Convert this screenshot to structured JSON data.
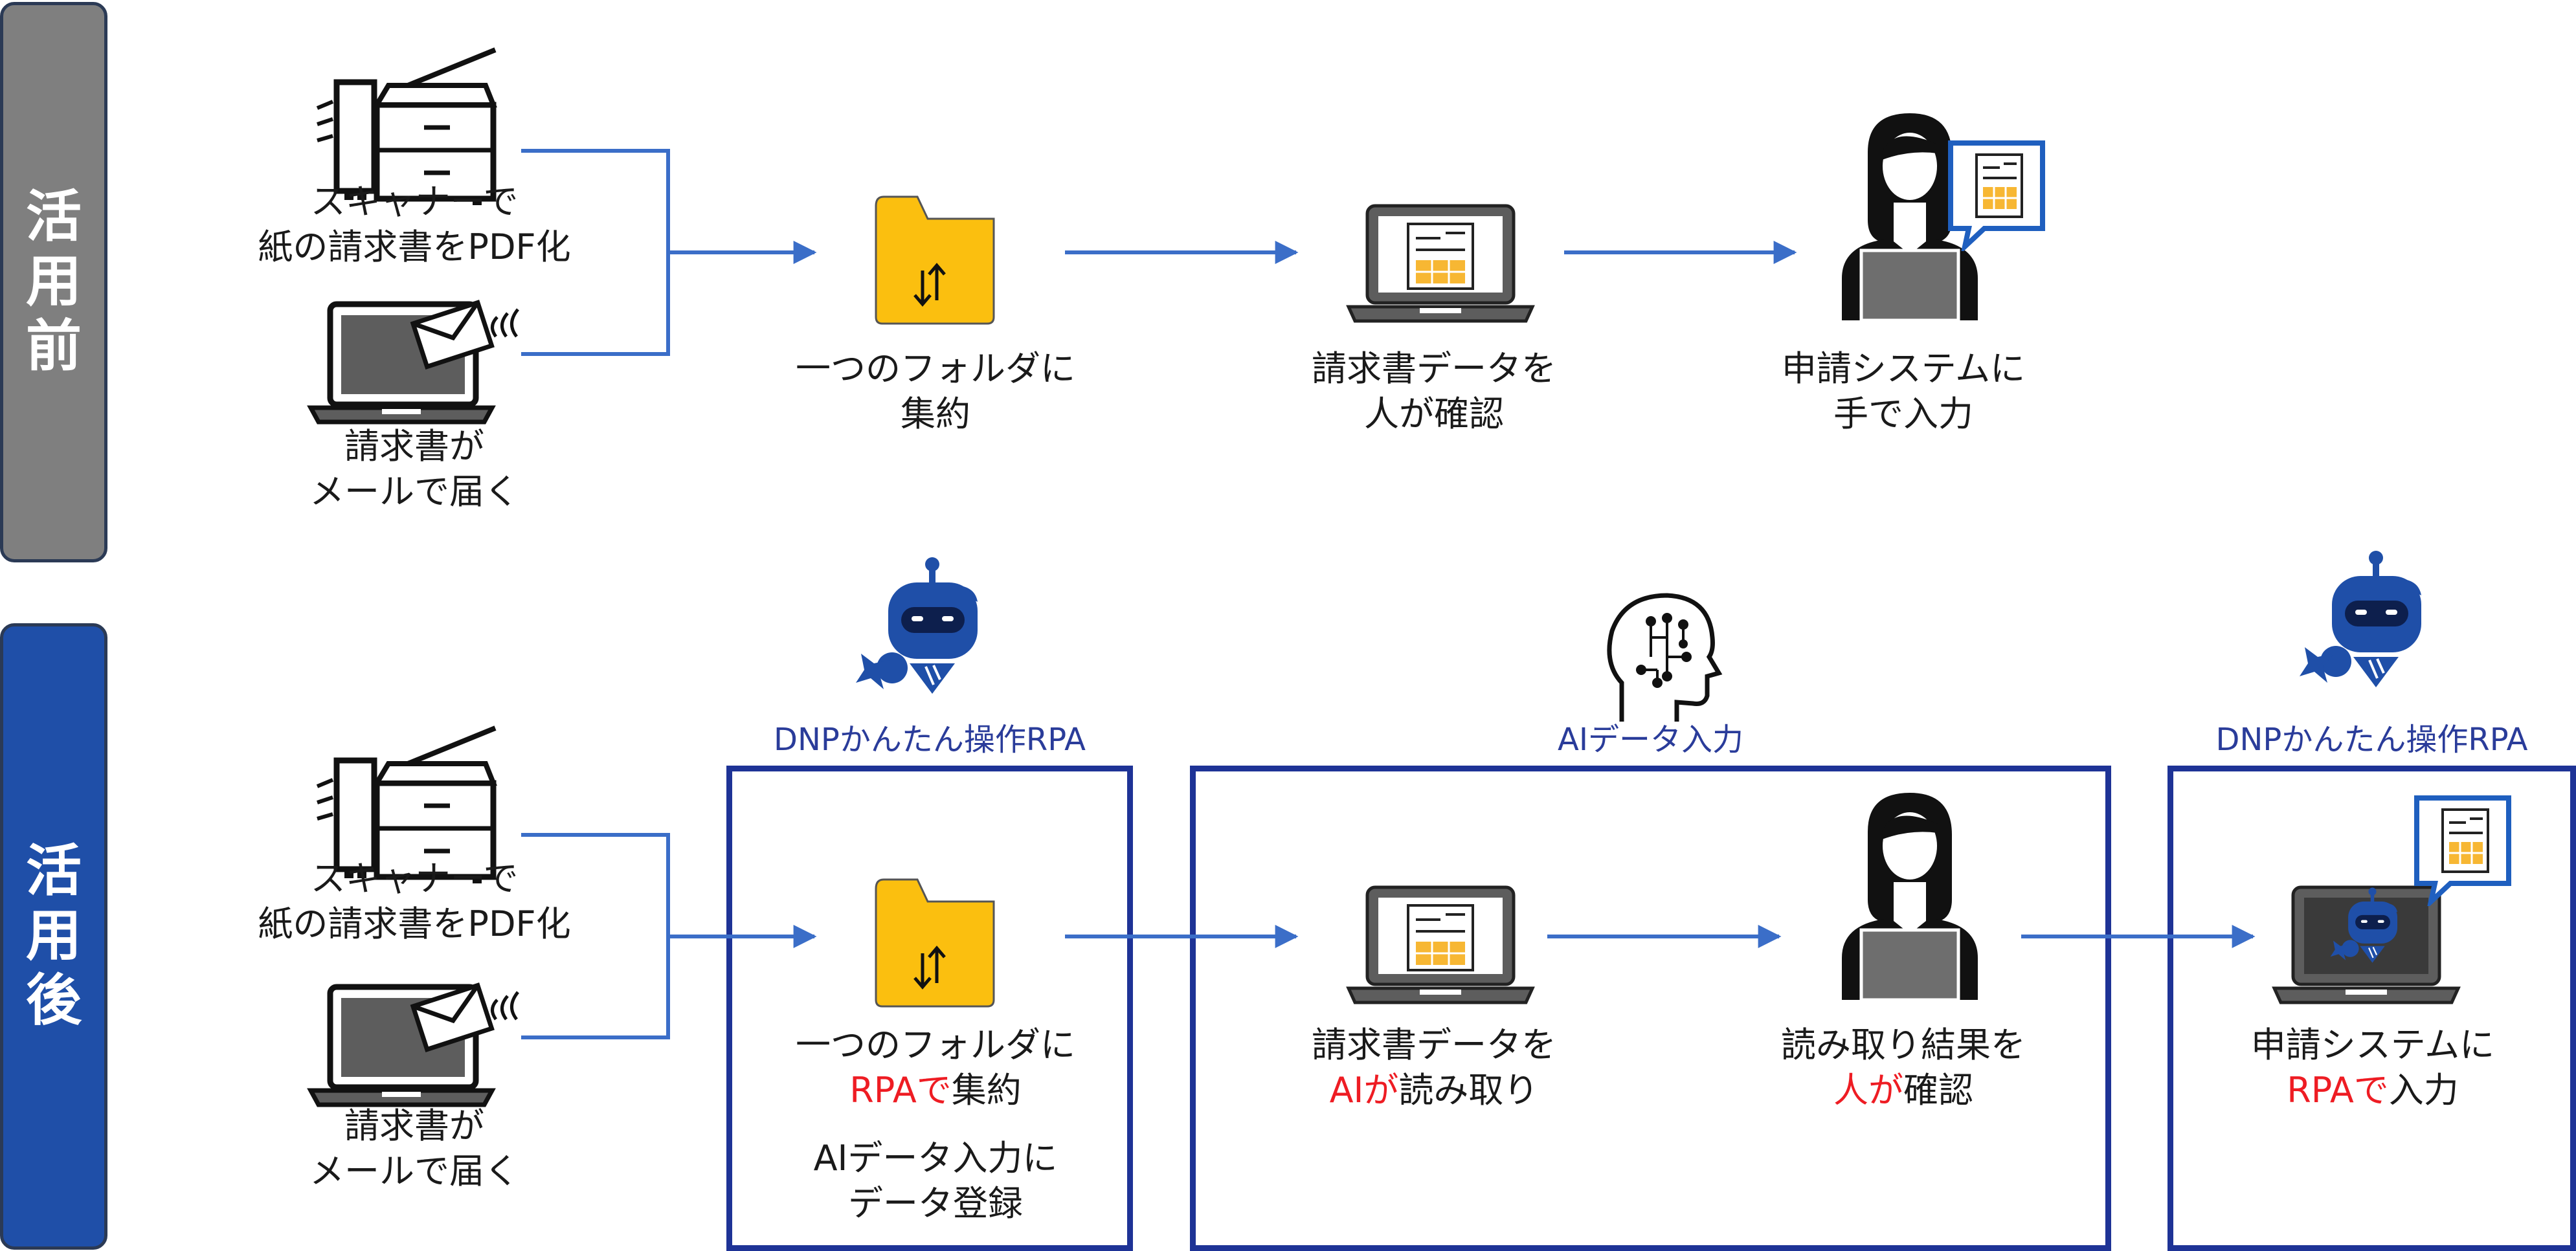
{
  "sections": {
    "before": {
      "label_chars": [
        "活",
        "用",
        "前"
      ],
      "color": "#7f7f7f"
    },
    "after": {
      "label_chars": [
        "活",
        "用",
        "後"
      ],
      "color": "#1f4fa8"
    }
  },
  "before": {
    "scanner_label": [
      "スキャナーで",
      "紙の請求書をPDF化"
    ],
    "mail_label": [
      "請求書が",
      "メールで届く"
    ],
    "folder_label": [
      "一つのフォルダに",
      "集約"
    ],
    "review_label": [
      "請求書データを",
      "人が確認"
    ],
    "manual_label": [
      "申請システムに",
      "手で入力"
    ]
  },
  "after": {
    "scanner_label": [
      "スキャナーで",
      "紙の請求書をPDF化"
    ],
    "mail_label": [
      "請求書が",
      "メールで届く"
    ],
    "tool1_name": "DNPかんたん操作RPA",
    "tool2_name": "AIデータ入力",
    "tool3_name": "DNPかんたん操作RPA",
    "folder_label": {
      "line1": "一つのフォルダに",
      "line2_highlight": "RPAで",
      "line2_rest": "集約"
    },
    "register_label": [
      "AIデータ入力に",
      "データ登録"
    ],
    "ai_read_label": {
      "line1": "請求書データを",
      "line2_highlight": "AIが",
      "line2_rest": "読み取り"
    },
    "confirm_label": {
      "line1": "読み取り結果を",
      "line2_highlight": "人が",
      "line2_rest": "確認"
    },
    "rpa_input_label": {
      "line1": "申請システムに",
      "line2_highlight": "RPAで",
      "line2_rest": "入力"
    }
  },
  "colors": {
    "arrow": "#3b6ec8",
    "frame": "#1e3396",
    "folder": "#fbbf0f",
    "robot": "#1f4fa8",
    "highlight": "#ee1c23",
    "table_cells": "#f7b733"
  },
  "icons": [
    "multifunction-printer-icon",
    "laptop-mail-icon",
    "folder-transfer-icon",
    "laptop-document-icon",
    "woman-laptop-icon",
    "robot-icon",
    "ai-brain-icon",
    "speech-bubble-document-icon",
    "laptop-robot-icon"
  ]
}
